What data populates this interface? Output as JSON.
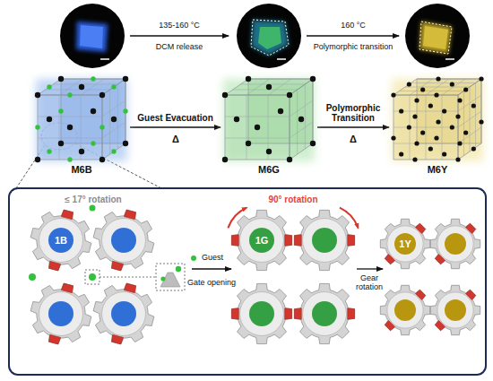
{
  "diagram": {
    "nodes": [
      {
        "text": [
          "M6B"
        ]
      },
      {
        "text": [
          "M6G"
        ]
      },
      {
        "text": [
          "M6Y"
        ]
      },
      {
        "text": [
          "1B"
        ]
      },
      {
        "text": [
          "1G"
        ]
      },
      {
        "text": [
          "1Y"
        ]
      }
    ],
    "edges": [
      {
        "from": 0,
        "to": 1,
        "label": "Guest Evacuation",
        "arrow": "to"
      },
      {
        "from": 1,
        "to": 2,
        "label": "Polymorphic Transition",
        "arrow": "to"
      }
    ],
    "labels": [
      "135-160 °C",
      "DCM release",
      "160 °C",
      "Polymorphic transition",
      "Δ",
      "Δ",
      "≤ 17° rotation",
      "Guest",
      "Gate opening",
      "90° rotation",
      "Gear rotation"
    ]
  }
}
